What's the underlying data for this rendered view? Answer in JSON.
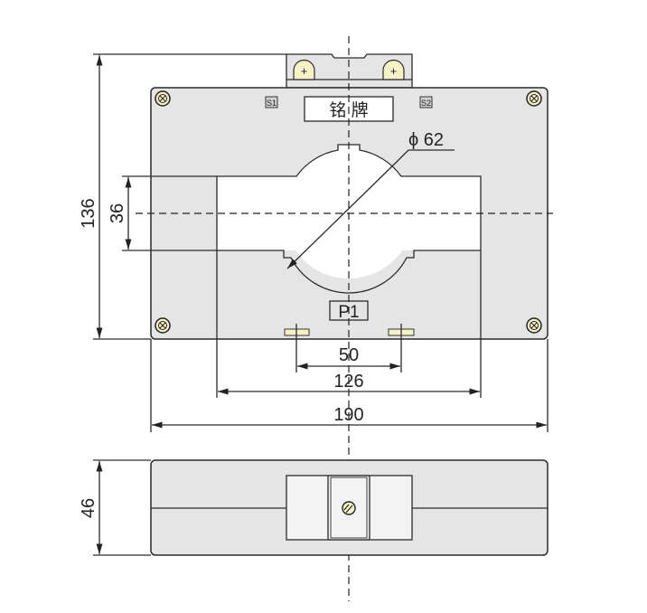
{
  "drawing": {
    "nameplate_label": "铭 牌",
    "terminal_s1": "S1",
    "terminal_s2": "S2",
    "primary_label": "P1",
    "diameter_label": "ϕ 62",
    "dimensions": {
      "height_total": "136",
      "window_height": "36",
      "terminal_spacing": "50",
      "window_width": "126",
      "width_total": "190",
      "depth": "46"
    }
  },
  "colors": {
    "body": "#e5e5e5",
    "terminal": "#f7f1c8",
    "window": "#ffffff"
  }
}
